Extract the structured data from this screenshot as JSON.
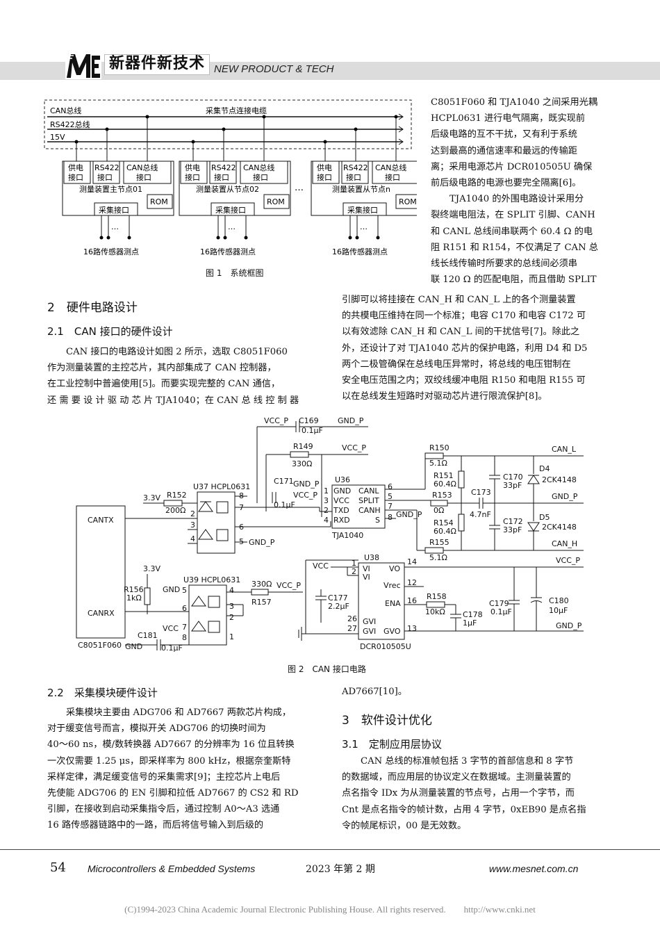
{
  "header": {
    "journal_cn": "新器件新技术",
    "journal_en": "NEW PRODUCT & TECH"
  },
  "fig1": {
    "bus_can": "CAN总线",
    "bus_rs422": "RS422总线",
    "bus_15v": "15V",
    "cable": "采集节点连接电缆",
    "pwr": "供电",
    "rs": "RS422",
    "can": "CAN总线",
    "iface": "接口",
    "node_main": "测量装置主节点01",
    "node_slave2": "测量装置从节点02",
    "node_slaven": "测量装置从节点n",
    "rom": "ROM",
    "acq": "采集接口",
    "dots": "…",
    "sensors": "16路传感器测点",
    "caption": "图 1　系统框图"
  },
  "col_right_top": [
    "C8051F060 和 TJA1040 之间采用光耦",
    "HCPL0631 进行电气隔离，既实现前",
    "后级电路的互不干扰，又有利于系统",
    "达到最高的通信速率和最远的传输距",
    "离；采用电源芯片 DCR010505U 确保",
    "前后级电路的电源也要完全隔离[6]。",
    "TJA1040 的外围电路设计采用分",
    "裂终端电阻法，在 SPLIT 引脚、CANH",
    "和 CANL 总线间串联两个 60.4 Ω 的电",
    "阻 R151 和 R154，不仅满足了 CAN 总",
    "线长线传输时所要求的总线间必须串",
    "联 120 Ω 的匹配电阻，而且借助 SPLIT"
  ],
  "col_right_wide": [
    "引脚可以将挂接在 CAN_H 和 CAN_L 上的各个测量装置",
    "的共模电压维持在同一个标准；电容 C170 和电容 C172 可",
    "以有效滤除 CAN_H 和 CAN_L 间的干扰信号[7]。除此之",
    "外，还设计了对 TJA1040 芯片的保护电路，利用 D4 和 D5",
    "两个二极管确保在总线电压异常时，将总线的电压钳制在",
    "安全电压范围之内；双绞线缓冲电阻 R150 和电阻 R155 可",
    "以在总线发生短路时对驱动芯片进行限流保护[8]。"
  ],
  "sec2": {
    "title": "2　硬件电路设计",
    "sub1": "2.1　CAN 接口的硬件设计",
    "p1": [
      "CAN 接口的电路设计如图 2 所示，选取 C8051F060",
      "作为测量装置的主控芯片，其内部集成了 CAN 控制器，",
      "在工业控制中普遍使用[5]。而要实现完整的 CAN 通信，",
      "还 需 要 设 计 驱 动 芯 片 TJA1040；在 CAN 总 线 控 制 器"
    ],
    "sub2": "2.2　采集模块硬件设计",
    "p2": [
      "采集模块主要由 ADG706 和 AD7667 两款芯片构成，",
      "对于缓变信号而言，模拟开关 ADG706 的切换时间为",
      "40～60 ns，模/数转换器 AD7667 的分辨率为 16 位且转换",
      "一次仅需要 1.25 μs，即采样率为 800 kHz，根据奈奎斯特",
      "采样定律，满足缓变信号的采集需求[9]；主控芯片上电后",
      "先使能 ADG706 的 EN 引脚和拉低 AD7667 的 CS2 和 RD",
      "引脚，在接收到启动采集指令后，通过控制 A0～A3 选通",
      "16 路传感器链路中的一路，而后将信号输入到后级的"
    ]
  },
  "fig2": {
    "caption": "图 2　CAN 接口电路",
    "labels": {
      "vccp": "VCC_P",
      "gndp": "GND_P",
      "c169": "C169",
      "c169v": "0.1μF",
      "r149": "R149",
      "r149v": "330Ω",
      "canl": "CAN_L",
      "canh": "CAN_H",
      "u36": "U36",
      "tja": "TJA1040",
      "c171": "C171",
      "c171v": "0.1μF",
      "gnd": "GND",
      "vcc": "VCC",
      "txd": "TXD",
      "rxd": "RXD",
      "canl_pin": "CANL",
      "split": "SPLIT",
      "canh_pin": "CANH",
      "s": "S",
      "r150": "R150",
      "r150v": "5.1Ω",
      "r151": "R151",
      "r151v": "60.4Ω",
      "r153": "R153",
      "r153v": "0Ω",
      "r154": "R154",
      "r154v": "60.4Ω",
      "r155": "R155",
      "r155v": "5.1Ω",
      "c173": "C173",
      "c173v": "4.7nF",
      "c170": "C170",
      "c170v": "33pF",
      "c172": "C172",
      "c172v": "33pF",
      "d4": "D4",
      "d5": "D5",
      "diode": "2CK4148",
      "u37": "U37 HCPL0631",
      "v33": "3.3V",
      "r152": "R152",
      "r152v": "200Ω",
      "cantx": "CANTX",
      "canrx": "CANRX",
      "mcu": "C8051F060",
      "u39": "U39 HCPL0631",
      "r156": "R156",
      "r156v": "1kΩ",
      "r157": "R157",
      "r157v": "330Ω",
      "c181": "C181",
      "c181v": "0.1μF",
      "u38": "U38",
      "dcr": "DCR010505U",
      "vi": "VI",
      "vo": "VO",
      "vrec": "Vrec",
      "ena": "ENA",
      "gvi": "GVI",
      "gvo": "GVO",
      "c177": "C177",
      "c177v": "2.2μF",
      "r158": "R158",
      "r158v": "10kΩ",
      "c178": "C178",
      "c178v": "1μF",
      "c179": "C179",
      "c179v": "0.1μF",
      "c180": "C180",
      "c180v": "10μF"
    }
  },
  "right_bottom": {
    "cont": "AD7667[10]。",
    "sec3": "3　软件设计优化",
    "sub31": "3.1　定制应用层协议",
    "p": [
      "CAN 总线的标准帧包括 3 字节的首部信息和 8 字节",
      "的数据域，而应用层的协议定义在数据域。主测量装置的",
      "点名指令 IDx 为从测量装置的节点号，占用一个字节，而",
      "Cnt 是点名指令的帧计数，占用 4 字节，0xEB90 是点名指",
      "令的帧尾标识，00 是无效数。"
    ]
  },
  "footer": {
    "page": "54",
    "journal": "Microcontrollers & Embedded Systems",
    "issue": "2023 年第 2 期",
    "site": "www.mesnet.com.cn",
    "copyright": "(C)1994-2023 China Academic Journal Electronic Publishing House. All rights reserved.　　http://www.cnki.net"
  }
}
